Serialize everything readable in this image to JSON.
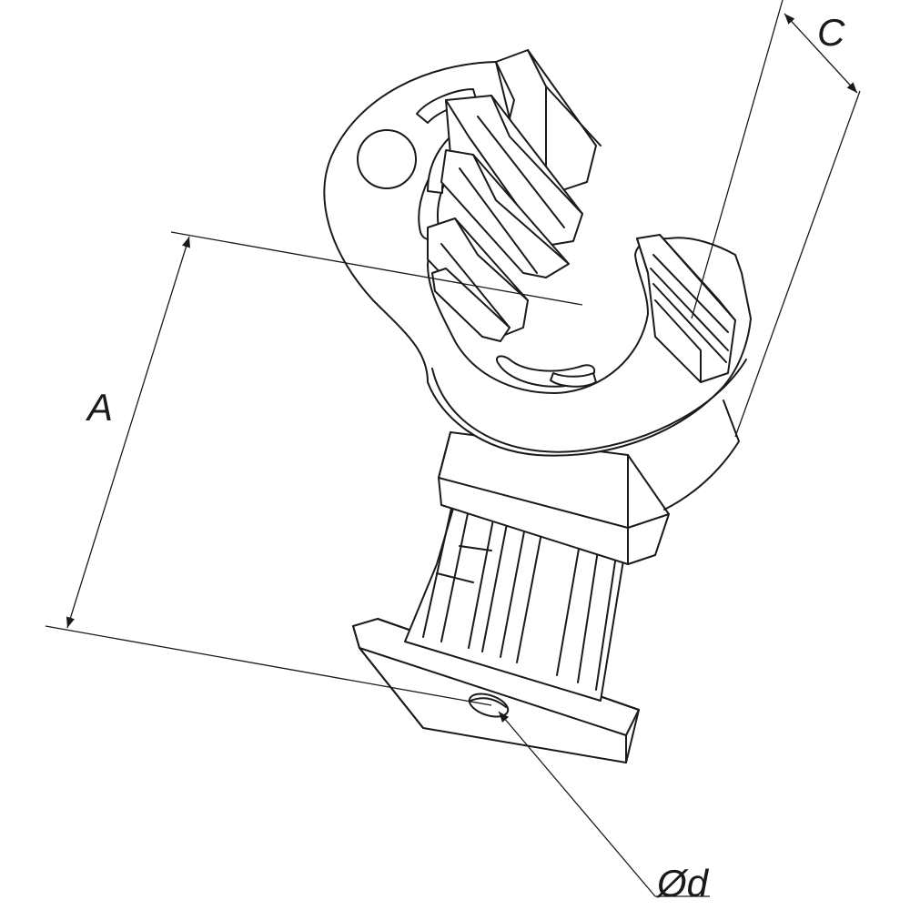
{
  "labels": {
    "dim_a": "A",
    "dim_c": "C",
    "dim_d": "Ød"
  },
  "colors": {
    "stroke": "#1a1a1a",
    "background": "#ffffff"
  }
}
